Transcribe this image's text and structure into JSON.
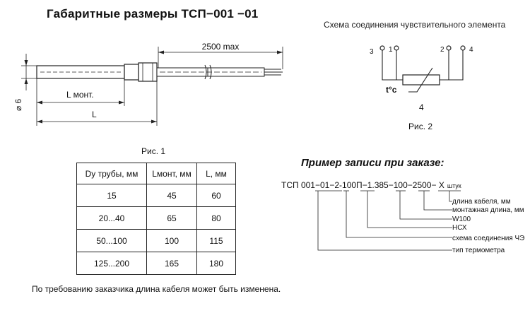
{
  "title": "Габаритные размеры ТСП−001 −01",
  "scheme_title": "Схема соединения чувствительного элемента",
  "drawing": {
    "cable_length": "2500 max",
    "mount_length": "L монт.",
    "length": "L",
    "diameter": "⌀ 6",
    "caption": "Рис. 1"
  },
  "scheme": {
    "terminals": [
      "3",
      "1",
      "2",
      "4"
    ],
    "temp_symbol": "t°c",
    "element_number": "4",
    "caption": "Рис. 2"
  },
  "table": {
    "headers": [
      "Dу трубы, мм",
      "Lмонт, мм",
      "L, мм"
    ],
    "rows": [
      [
        "15",
        "45",
        "60"
      ],
      [
        "20...40",
        "65",
        "80"
      ],
      [
        "50...100",
        "100",
        "115"
      ],
      [
        "125...200",
        "165",
        "180"
      ]
    ]
  },
  "order_example": {
    "title": "Пример записи при заказе:",
    "code_parts": [
      "ТСП 001−01−",
      "2",
      "-100П",
      "−1.385",
      "−100−",
      "2500",
      "− X",
      "штук"
    ],
    "legend": [
      "длина кабеля, мм",
      "монтажная длина, мм",
      "W100",
      "НСХ",
      "схема соединения ЧЭ",
      "тип термометра"
    ]
  },
  "note": "По требованию заказчика длина кабеля может быть изменена."
}
